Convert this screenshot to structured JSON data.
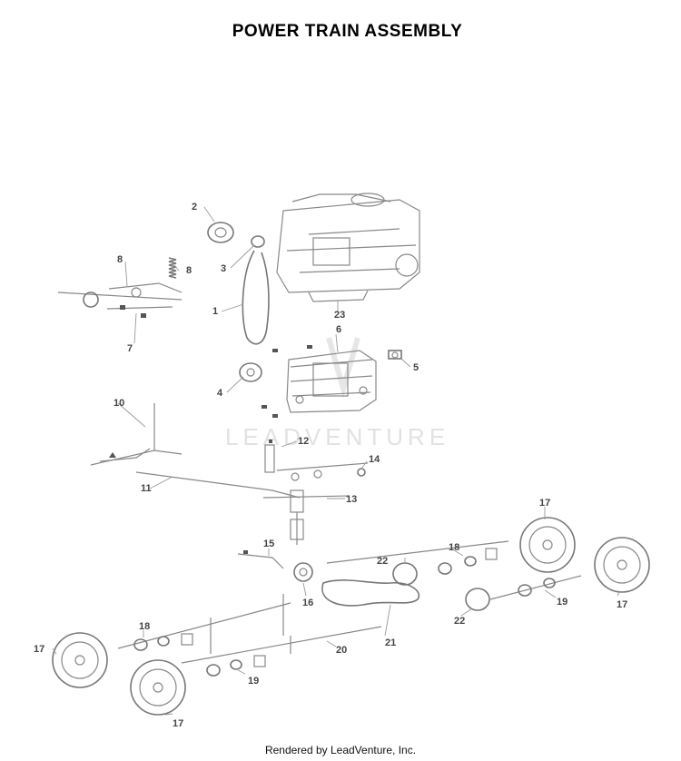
{
  "title": "POWER TRAIN ASSEMBLY",
  "footer": "Rendered by LeadVenture, Inc.",
  "watermark": "LEADVENTURE",
  "callouts": [
    {
      "id": "c1",
      "label": "1"
    },
    {
      "id": "c2",
      "label": "2"
    },
    {
      "id": "c3",
      "label": "3"
    },
    {
      "id": "c4",
      "label": "4"
    },
    {
      "id": "c5",
      "label": "5"
    },
    {
      "id": "c6",
      "label": "6"
    },
    {
      "id": "c7",
      "label": "7"
    },
    {
      "id": "c8a",
      "label": "8"
    },
    {
      "id": "c8b",
      "label": "8"
    },
    {
      "id": "c10",
      "label": "10"
    },
    {
      "id": "c11",
      "label": "11"
    },
    {
      "id": "c12",
      "label": "12"
    },
    {
      "id": "c13",
      "label": "13"
    },
    {
      "id": "c14",
      "label": "14"
    },
    {
      "id": "c15",
      "label": "15"
    },
    {
      "id": "c16",
      "label": "16"
    },
    {
      "id": "c17a",
      "label": "17"
    },
    {
      "id": "c17b",
      "label": "17"
    },
    {
      "id": "c17c",
      "label": "17"
    },
    {
      "id": "c17d",
      "label": "17"
    },
    {
      "id": "c18a",
      "label": "18"
    },
    {
      "id": "c18b",
      "label": "18"
    },
    {
      "id": "c19a",
      "label": "19"
    },
    {
      "id": "c19b",
      "label": "19"
    },
    {
      "id": "c20",
      "label": "20"
    },
    {
      "id": "c21",
      "label": "21"
    },
    {
      "id": "c22a",
      "label": "22"
    },
    {
      "id": "c22b",
      "label": "22"
    },
    {
      "id": "c23",
      "label": "23"
    }
  ]
}
